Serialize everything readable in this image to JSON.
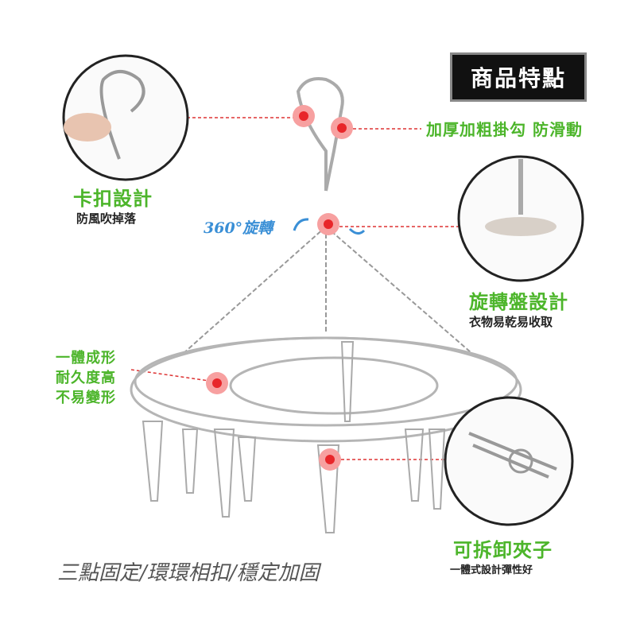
{
  "title": "商品特點",
  "features": {
    "hook": {
      "label": "加厚加粗掛勾 防滑動"
    },
    "clasp": {
      "title": "卡扣設計",
      "desc": "防風吹掉落"
    },
    "rotation": {
      "label": "360°旋轉"
    },
    "plate": {
      "title": "旋轉盤設計",
      "desc": "衣物易乾易收取"
    },
    "frame": {
      "lines": [
        "一體成形",
        "耐久度高",
        "不易變形"
      ]
    },
    "clips": {
      "title": "可拆卸夾子",
      "desc": "一體式設計彈性好"
    },
    "bottom": {
      "label": "三點固定/環環相扣/穩定加固"
    }
  },
  "colors": {
    "accent_green": "#4cb52a",
    "marker_red": "#e8262a",
    "rotation_blue": "#3a8fd6"
  }
}
